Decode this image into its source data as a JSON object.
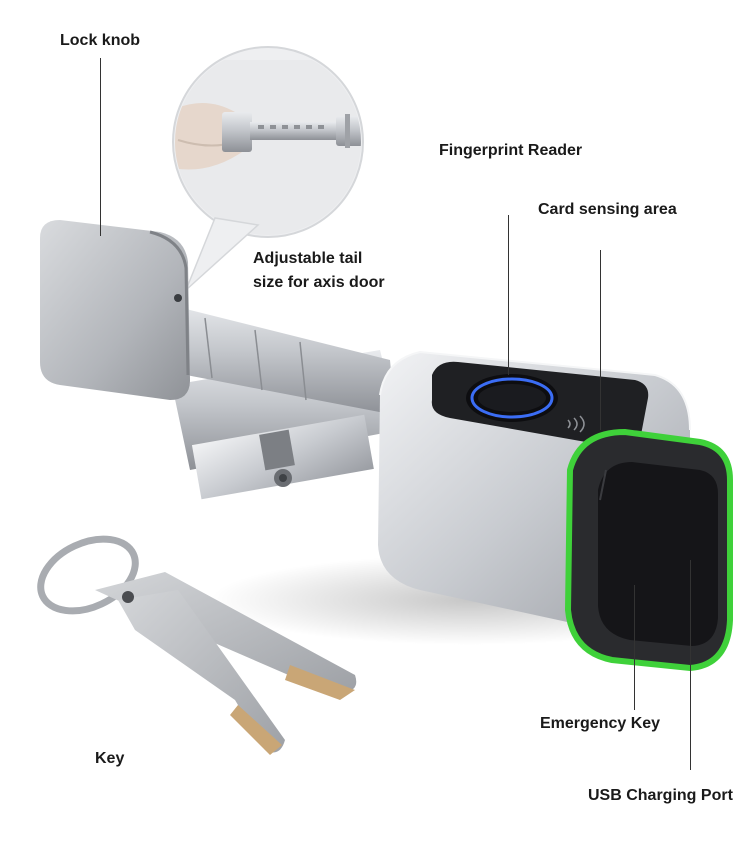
{
  "labels": {
    "lock_knob": "Lock knob",
    "fingerprint_reader": "Fingerprint Reader",
    "card_sensing_area": "Card sensing area",
    "adjustable_tail_line1": "Adjustable tail",
    "adjustable_tail_line2": "size for axis door",
    "key": "Key",
    "emergency_key": "Emergency Key",
    "usb_charging_port": "USB Charging Port"
  },
  "colors": {
    "led_ring": "#3fd13a",
    "fingerprint_ring": "#3b6df5",
    "body_metal": "#b9bcc1",
    "dark_panel": "#1c1c1e"
  }
}
